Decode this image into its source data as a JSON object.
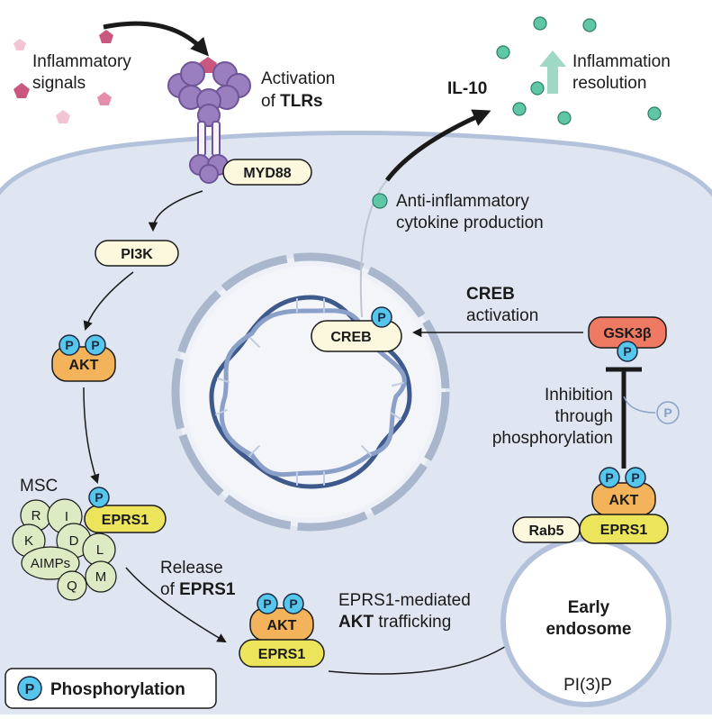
{
  "labels": {
    "inflammatory_line1": "Inflammatory",
    "inflammatory_line2": "signals",
    "activation_line1": "Activation",
    "activation_of": "of ",
    "activation_tlrs": "TLRs",
    "il10": "IL-10",
    "resolution_line1": "Inflammation",
    "resolution_line2": "resolution",
    "anti_line1": "Anti-inflammatory",
    "anti_line2": "cytokine production",
    "creb_act_line1": "CREB",
    "creb_act_line2": "activation",
    "inhibition_line1": "Inhibition",
    "inhibition_line2": "through",
    "inhibition_line3": "phosphorylation",
    "msc": "MSC",
    "release_line1": "Release",
    "release_of": "of ",
    "release_eprs1": "EPRS1",
    "traffic_line1": "EPRS1-mediated",
    "traffic_akt": "AKT",
    "traffic_rest": " trafficking",
    "early_line1": "Early",
    "early_line2": "endosome",
    "pi3p": "PI(3)P"
  },
  "nodes": {
    "myd88": "MYD88",
    "pi3k": "PI3K",
    "akt": "AKT",
    "eprs1": "EPRS1",
    "creb": "CREB",
    "gsk3b": "GSK3β",
    "rab5": "Rab5",
    "phospho_symbol": "P"
  },
  "msc_subunits": {
    "r": "R",
    "i": "I",
    "k": "K",
    "d": "D",
    "l": "L",
    "aimps": "AIMPs",
    "q": "Q",
    "m": "M"
  },
  "legend": {
    "symbol": "P",
    "label": "Phosphorylation"
  },
  "colors": {
    "cell_fill": "#dfe6f1",
    "cell_border": "#b3c2da",
    "nucleus_fill": "#f3f5f9",
    "tlr_purple": "#9a7fbf",
    "akt_orange": "#f2b35a",
    "eprs1_yellow": "#ece45a",
    "gsk3b_red": "#ee7a64",
    "phospho_blue": "#57c6ec",
    "cytokine_teal": "#5fc6a6",
    "msc_green": "#dcebc3",
    "signal_pink": "#c9577f"
  }
}
